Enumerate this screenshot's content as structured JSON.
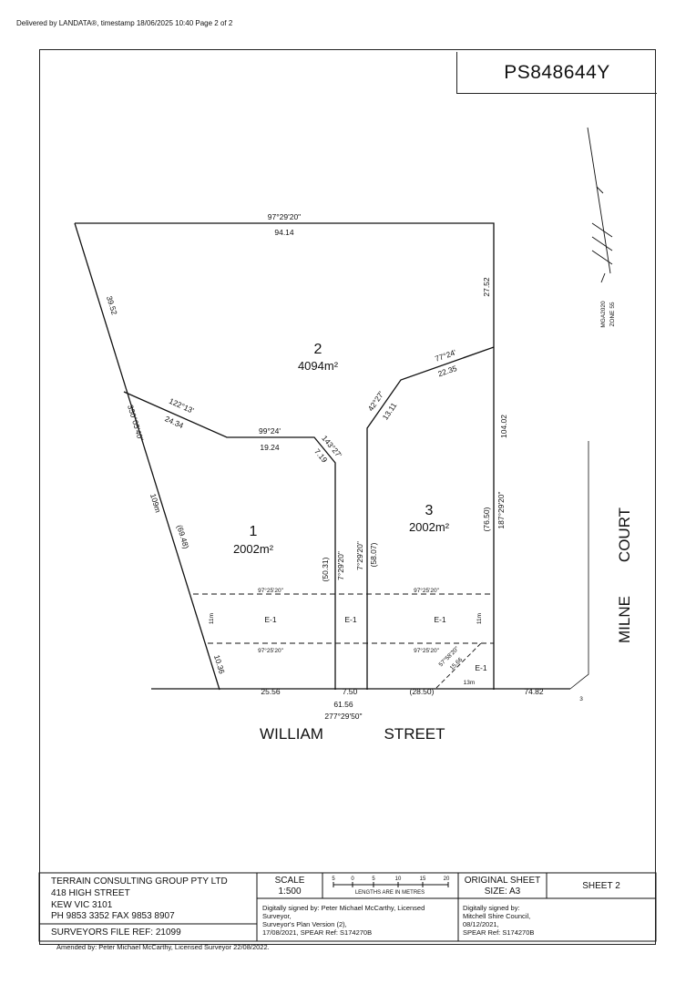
{
  "header": {
    "delivered_text": "Delivered by LANDATA®, timestamp 18/06/2025 10:40   Page 2 of 2"
  },
  "plan_number": "PS848644Y",
  "north": {
    "label": "MGA2020\nZONE 55",
    "line1": "MGA2020",
    "line2": "ZONE 55"
  },
  "lots": [
    {
      "number": "1",
      "area": "2002m²"
    },
    {
      "number": "2",
      "area": "4094m²"
    },
    {
      "number": "3",
      "area": "2002m²"
    }
  ],
  "dimensions": {
    "top_bearing": "97°29'20\"",
    "top_length": "94.14",
    "left_upper": "39.52",
    "left_bearing": "350°05'40\"",
    "left_total": "109m",
    "left_mid": "(69.48)",
    "left_lower": "10.36",
    "right_upper": "27.52",
    "right_total": "104.02",
    "right_bearing": "187°29'20\"",
    "right_mid": "(76.50)",
    "b1_bearing": "122°13'",
    "b1_length": "24.34",
    "b2_bearing": "99°24'",
    "b2_length": "19.24",
    "b3_bearing": "143°27'",
    "b3_length": "7.19",
    "b4_bearing": "42°27'",
    "b4_length": "13.11",
    "b5_bearing": "77°24'",
    "b5_length": "22.35",
    "v1_length": "(50.31)",
    "v1_bearing": "7°29'20\"",
    "v2_bearing": "7°29'20\"",
    "v2_length": "(58.07)",
    "e_bearing": "97°25'20\"",
    "e_width": "11m",
    "splay_bearing": "57°58'20\"",
    "splay_length": "15.66",
    "bottom_1": "25.56",
    "bottom_2": "7.50",
    "bottom_3": "(28.50)",
    "bottom_4": "13m",
    "bottom_total": "61.56",
    "bottom_bearing": "277°29'50\"",
    "street_length": "74.82",
    "corner_note": "3"
  },
  "easement_label": "E-1",
  "streets": {
    "william": "WILLIAM",
    "street": "STREET",
    "milne": "MILNE",
    "court": "COURT"
  },
  "title_block": {
    "company": "TERRAIN CONSULTING GROUP PTY LTD",
    "address1": "418 HIGH STREET",
    "address2": "KEW  VIC  3101",
    "phone": "PH 9853 3352   FAX 9853 8907",
    "file_ref": "SURVEYORS FILE REF: 21099",
    "scale_label": "SCALE",
    "scale_value": "1:500",
    "scale_ticks": [
      "5",
      "0",
      "5",
      "10",
      "15",
      "20"
    ],
    "lengths_note": "LENGTHS ARE IN METRES",
    "original_sheet": "ORIGINAL SHEET",
    "size": "SIZE:  A3",
    "sheet": "SHEET 2",
    "signed_surveyor": "Digitally signed by: Peter Michael McCarthy, Licensed Surveyor,\nSurveyor's Plan Version (2),\n17/08/2021, SPEAR Ref: S174270B",
    "signed_council": "Digitally signed by:\nMitchell Shire Council,\n08/12/2021,\nSPEAR Ref: S174270B"
  },
  "amended": "Amended by: Peter Michael McCarthy, Licensed Surveyor 22/08/2022."
}
